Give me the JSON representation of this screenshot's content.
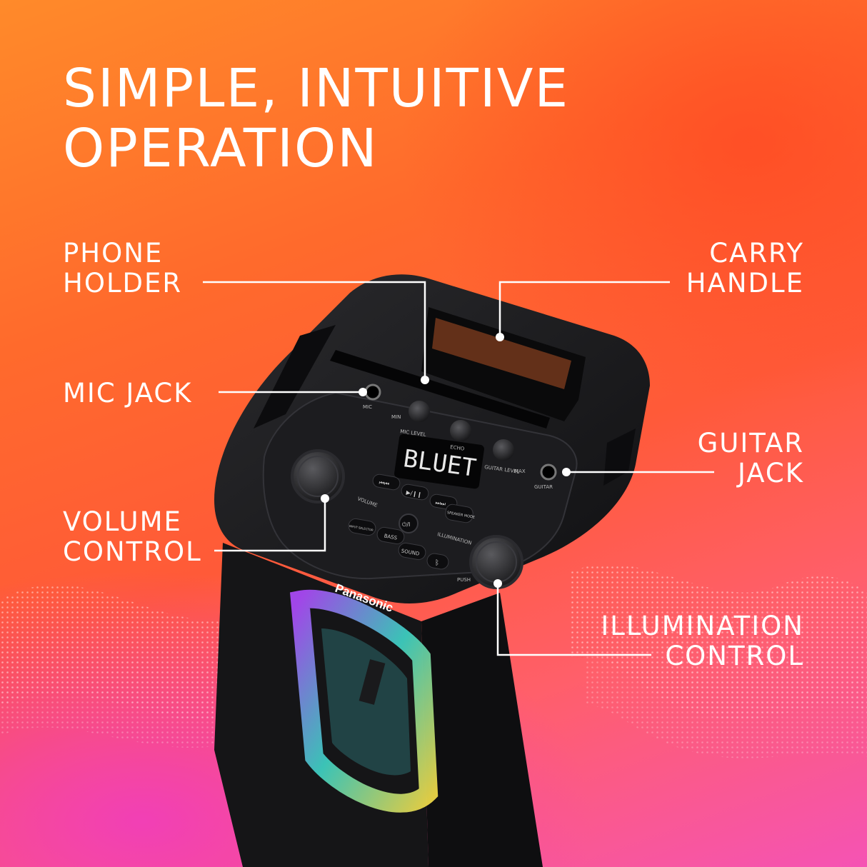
{
  "headline": {
    "line1": "SIMPLE, INTUITIVE",
    "line2": "OPERATION"
  },
  "callouts": {
    "phone_holder": {
      "line1": "PHONE",
      "line2": "HOLDER"
    },
    "carry_handle": {
      "line1": "CARRY",
      "line2": "HANDLE"
    },
    "mic_jack": {
      "line1": "MIC JACK"
    },
    "guitar_jack": {
      "line1": "GUITAR",
      "line2": "JACK"
    },
    "volume_control": {
      "line1": "VOLUME",
      "line2": "CONTROL"
    },
    "illumination_control": {
      "line1": "ILLUMINATION",
      "line2": "CONTROL"
    }
  },
  "speaker": {
    "brand": "Panasonic",
    "display_text": "BLUET",
    "panel_labels": {
      "mic": "MIC",
      "guitar": "GUITAR",
      "mic_level": "MIC LEVEL",
      "echo": "ECHO",
      "guitar_level": "GUITAR LEVEL",
      "min": "MIN",
      "max": "MAX",
      "volume": "VOLUME",
      "illumination": "ILLUMINATION",
      "push": "PUSH",
      "input_selector": "INPUT SELECTOR",
      "bass": "BASS",
      "sound": "SOUND",
      "speaker_mode": "SPEAKER MODE",
      "power": "⏻/I",
      "prev": "⏮⏮",
      "play_pause": "▶/❙❙",
      "next": "⏭⏭",
      "bluetooth": "ᛒ"
    }
  },
  "colors": {
    "background_top": "#ff8a2a",
    "background_bottom": "#f553b4",
    "text": "#ffffff",
    "speaker_body": "#1a1a1c"
  }
}
